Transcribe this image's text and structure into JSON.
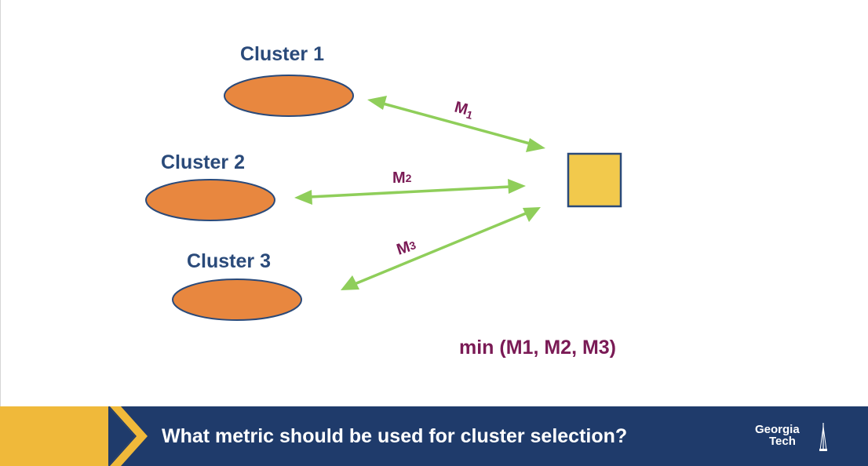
{
  "diagram": {
    "clusters": [
      {
        "label": "Cluster 1"
      },
      {
        "label": "Cluster 2"
      },
      {
        "label": "Cluster 3"
      }
    ],
    "metrics": [
      {
        "main": "M",
        "sub": "1"
      },
      {
        "main": "M",
        "sub": "2"
      },
      {
        "main": "M",
        "sub": "3"
      }
    ],
    "min_expression": "min (M1, M2, M3)"
  },
  "footer": {
    "title": "What metric should be used for cluster selection?",
    "logo_line1": "Georgia",
    "logo_line2": "Tech"
  },
  "colors": {
    "cluster_fill": "#e8873f",
    "cluster_stroke": "#2a4a7a",
    "cluster_label": "#2a4a7a",
    "point_fill": "#f2c94c",
    "arrow": "#8fce5a",
    "metric_text": "#7a1a55",
    "footer_bg": "#1f3b6b",
    "chevron_gold": "#f0b93a"
  }
}
